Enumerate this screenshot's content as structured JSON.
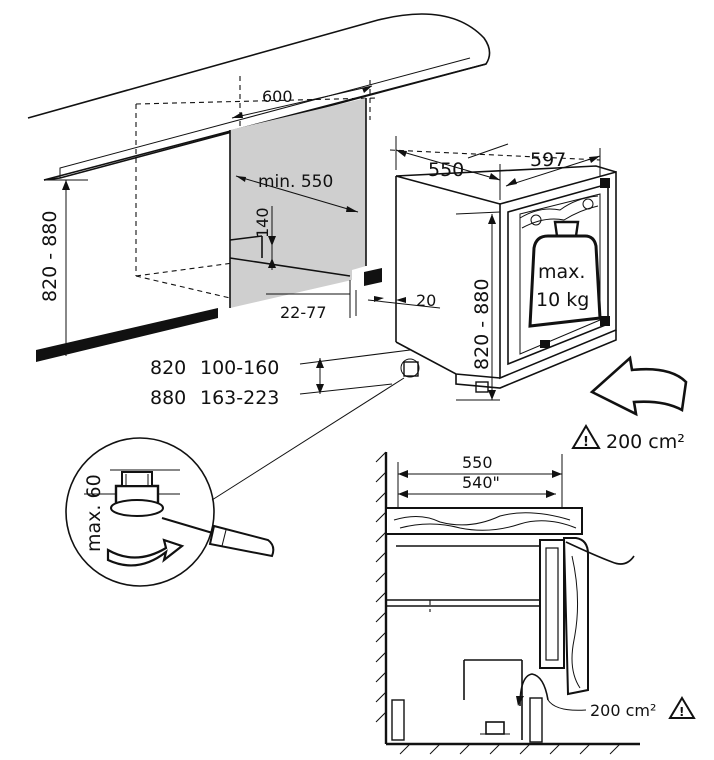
{
  "dimensions": {
    "niche_width": "600",
    "niche_height_left": "820 - 880",
    "min_depth": "min. 550",
    "vent_height": "140",
    "plinth_depth": "22-77",
    "plinth_gap": "20",
    "appliance_depth": "550",
    "appliance_width": "597",
    "appliance_height": "820 - 880"
  },
  "plinth_table": {
    "rows": [
      {
        "height": "820",
        "range": "100-160"
      },
      {
        "height": "880",
        "range": "163-223"
      }
    ]
  },
  "load_limit": {
    "line1": "max.",
    "line2": "10 kg"
  },
  "foot_detail": {
    "adjust_label": "max. 60"
  },
  "ventilation": {
    "top_area": "200 cm²",
    "bottom_area": "200 cm²"
  },
  "section": {
    "depth_outer": "550",
    "depth_inner": "540\""
  },
  "colors": {
    "line": "#111111",
    "shade": "#cfcfcf",
    "plinth": "#111111"
  },
  "icons": [
    "warning-triangle-icon",
    "airflow-arrow-icon",
    "weight-icon",
    "screwdriver-icon",
    "rotate-arrow-icon"
  ]
}
